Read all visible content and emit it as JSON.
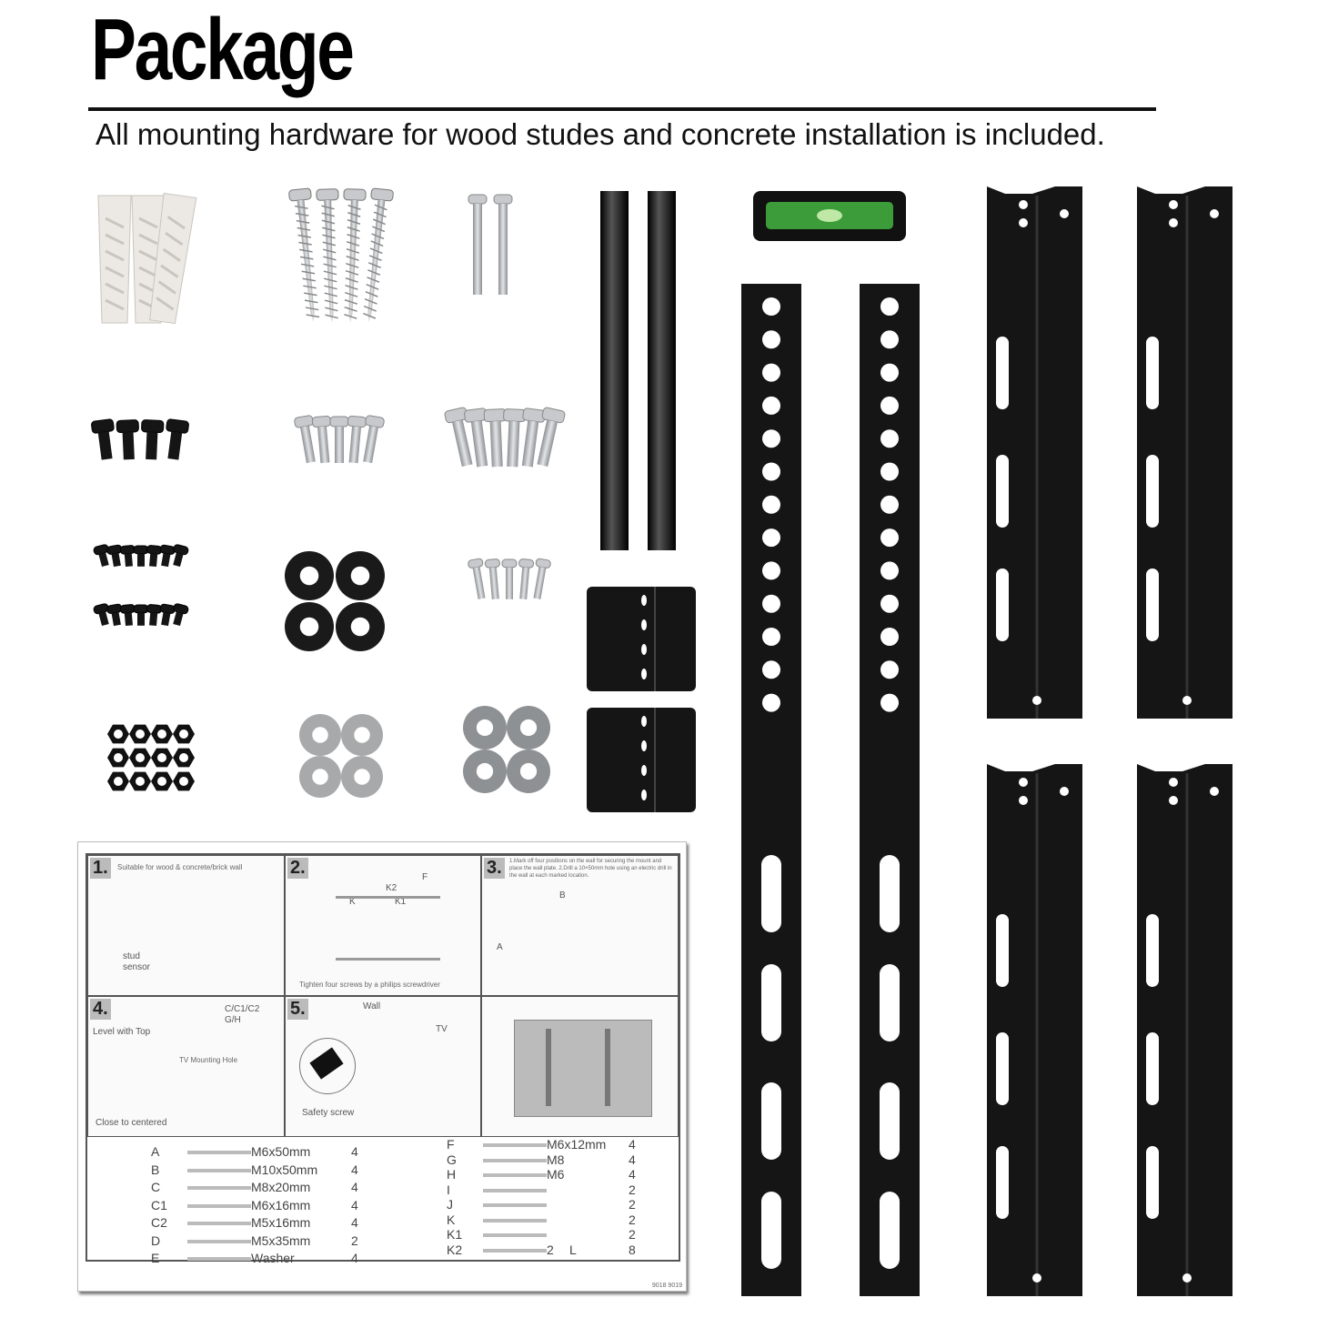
{
  "header": {
    "title": "Package",
    "subtitle": "All mounting hardware for wood studes and concrete installation is included."
  },
  "instructions": {
    "steps": [
      {
        "num": "1.",
        "caption": "Suitable for wood & concrete/brick wall",
        "labels": [
          "stud",
          "sensor"
        ]
      },
      {
        "num": "2.",
        "caption": "Tighten four screws by a philips screwdriver",
        "labels": [
          "K2",
          "K",
          "K1",
          "F"
        ]
      },
      {
        "num": "3.",
        "caption": "1.Mark off four positions on the wall for securing the mount and place the wall plate. 2.Drill a 10×50mm hole using an electric drill in the wall at each marked location.",
        "labels": [
          "A",
          "B"
        ]
      },
      {
        "num": "4.",
        "caption": "Level with Top",
        "labels": [
          "C/C1/C2",
          "G/H",
          "TV Mounting Hole",
          "Close to centered"
        ]
      },
      {
        "num": "5.",
        "caption": "Wall",
        "labels": [
          "TV",
          "Safety screw"
        ]
      },
      {
        "num": "",
        "caption": "",
        "labels": []
      }
    ],
    "parts_left": [
      {
        "id": "A",
        "spec": "M6x50mm",
        "qty": "4"
      },
      {
        "id": "B",
        "spec": "M10x50mm",
        "qty": "4"
      },
      {
        "id": "C",
        "spec": "M8x20mm",
        "qty": "4"
      },
      {
        "id": "C1",
        "spec": "M6x16mm",
        "qty": "4"
      },
      {
        "id": "C2",
        "spec": "M5x16mm",
        "qty": "4"
      },
      {
        "id": "D",
        "spec": "M5x35mm",
        "qty": "2"
      },
      {
        "id": "E",
        "spec": "Washer",
        "qty": "4"
      }
    ],
    "parts_right": [
      {
        "id": "F",
        "spec": "M6x12mm",
        "qty": "4"
      },
      {
        "id": "G",
        "spec": "M8",
        "qty": "4"
      },
      {
        "id": "H",
        "spec": "M6",
        "qty": "4"
      },
      {
        "id": "I",
        "spec": "",
        "qty": "2"
      },
      {
        "id": "J",
        "spec": "",
        "qty": "2"
      },
      {
        "id": "K",
        "spec": "",
        "qty": "2"
      },
      {
        "id": "K1",
        "spec": "",
        "qty": "2"
      },
      {
        "id": "K2",
        "spec": "2",
        "qty": "",
        "extra_id": "L",
        "extra_qty": "8"
      }
    ],
    "code": "9018 9019"
  },
  "colors": {
    "metal_black": "#151515",
    "plastic_white": "#ece9e4",
    "steel": "#b9bcbf",
    "level_green": "#3c9c3a"
  }
}
